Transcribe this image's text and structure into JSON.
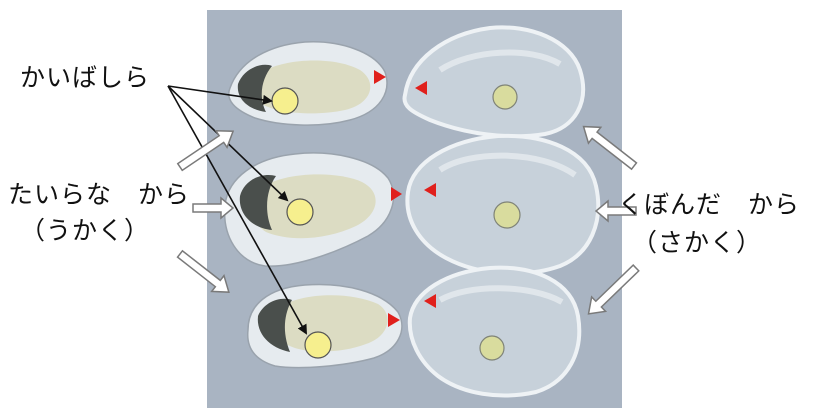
{
  "labels": {
    "adductor_muscle": "かいばしら",
    "flat_shell_line1": "たいらな　から",
    "flat_shell_line2": "（うかく）",
    "cupped_shell_line1": "くぼんだ　から",
    "cupped_shell_line2": "（さかく）"
  },
  "colors": {
    "panel_background": "#a9b4c2",
    "shell_rim": "#e6ebef",
    "shell_inner": "#c7d1da",
    "oyster_meat": "#dcdcc3",
    "oyster_gill": "#4a4f4c",
    "adductor_marker": "#f6ef8e",
    "adductor_marker_faint": "#d9dc9e",
    "hinge_marker": "#e0201c",
    "arrow_outline": "#7a7a7a",
    "line": "#111111"
  },
  "icons": {
    "hinge": "red-triangle-icon",
    "adductor": "yellow-circle-icon",
    "direction": "hollow-arrow-icon"
  }
}
